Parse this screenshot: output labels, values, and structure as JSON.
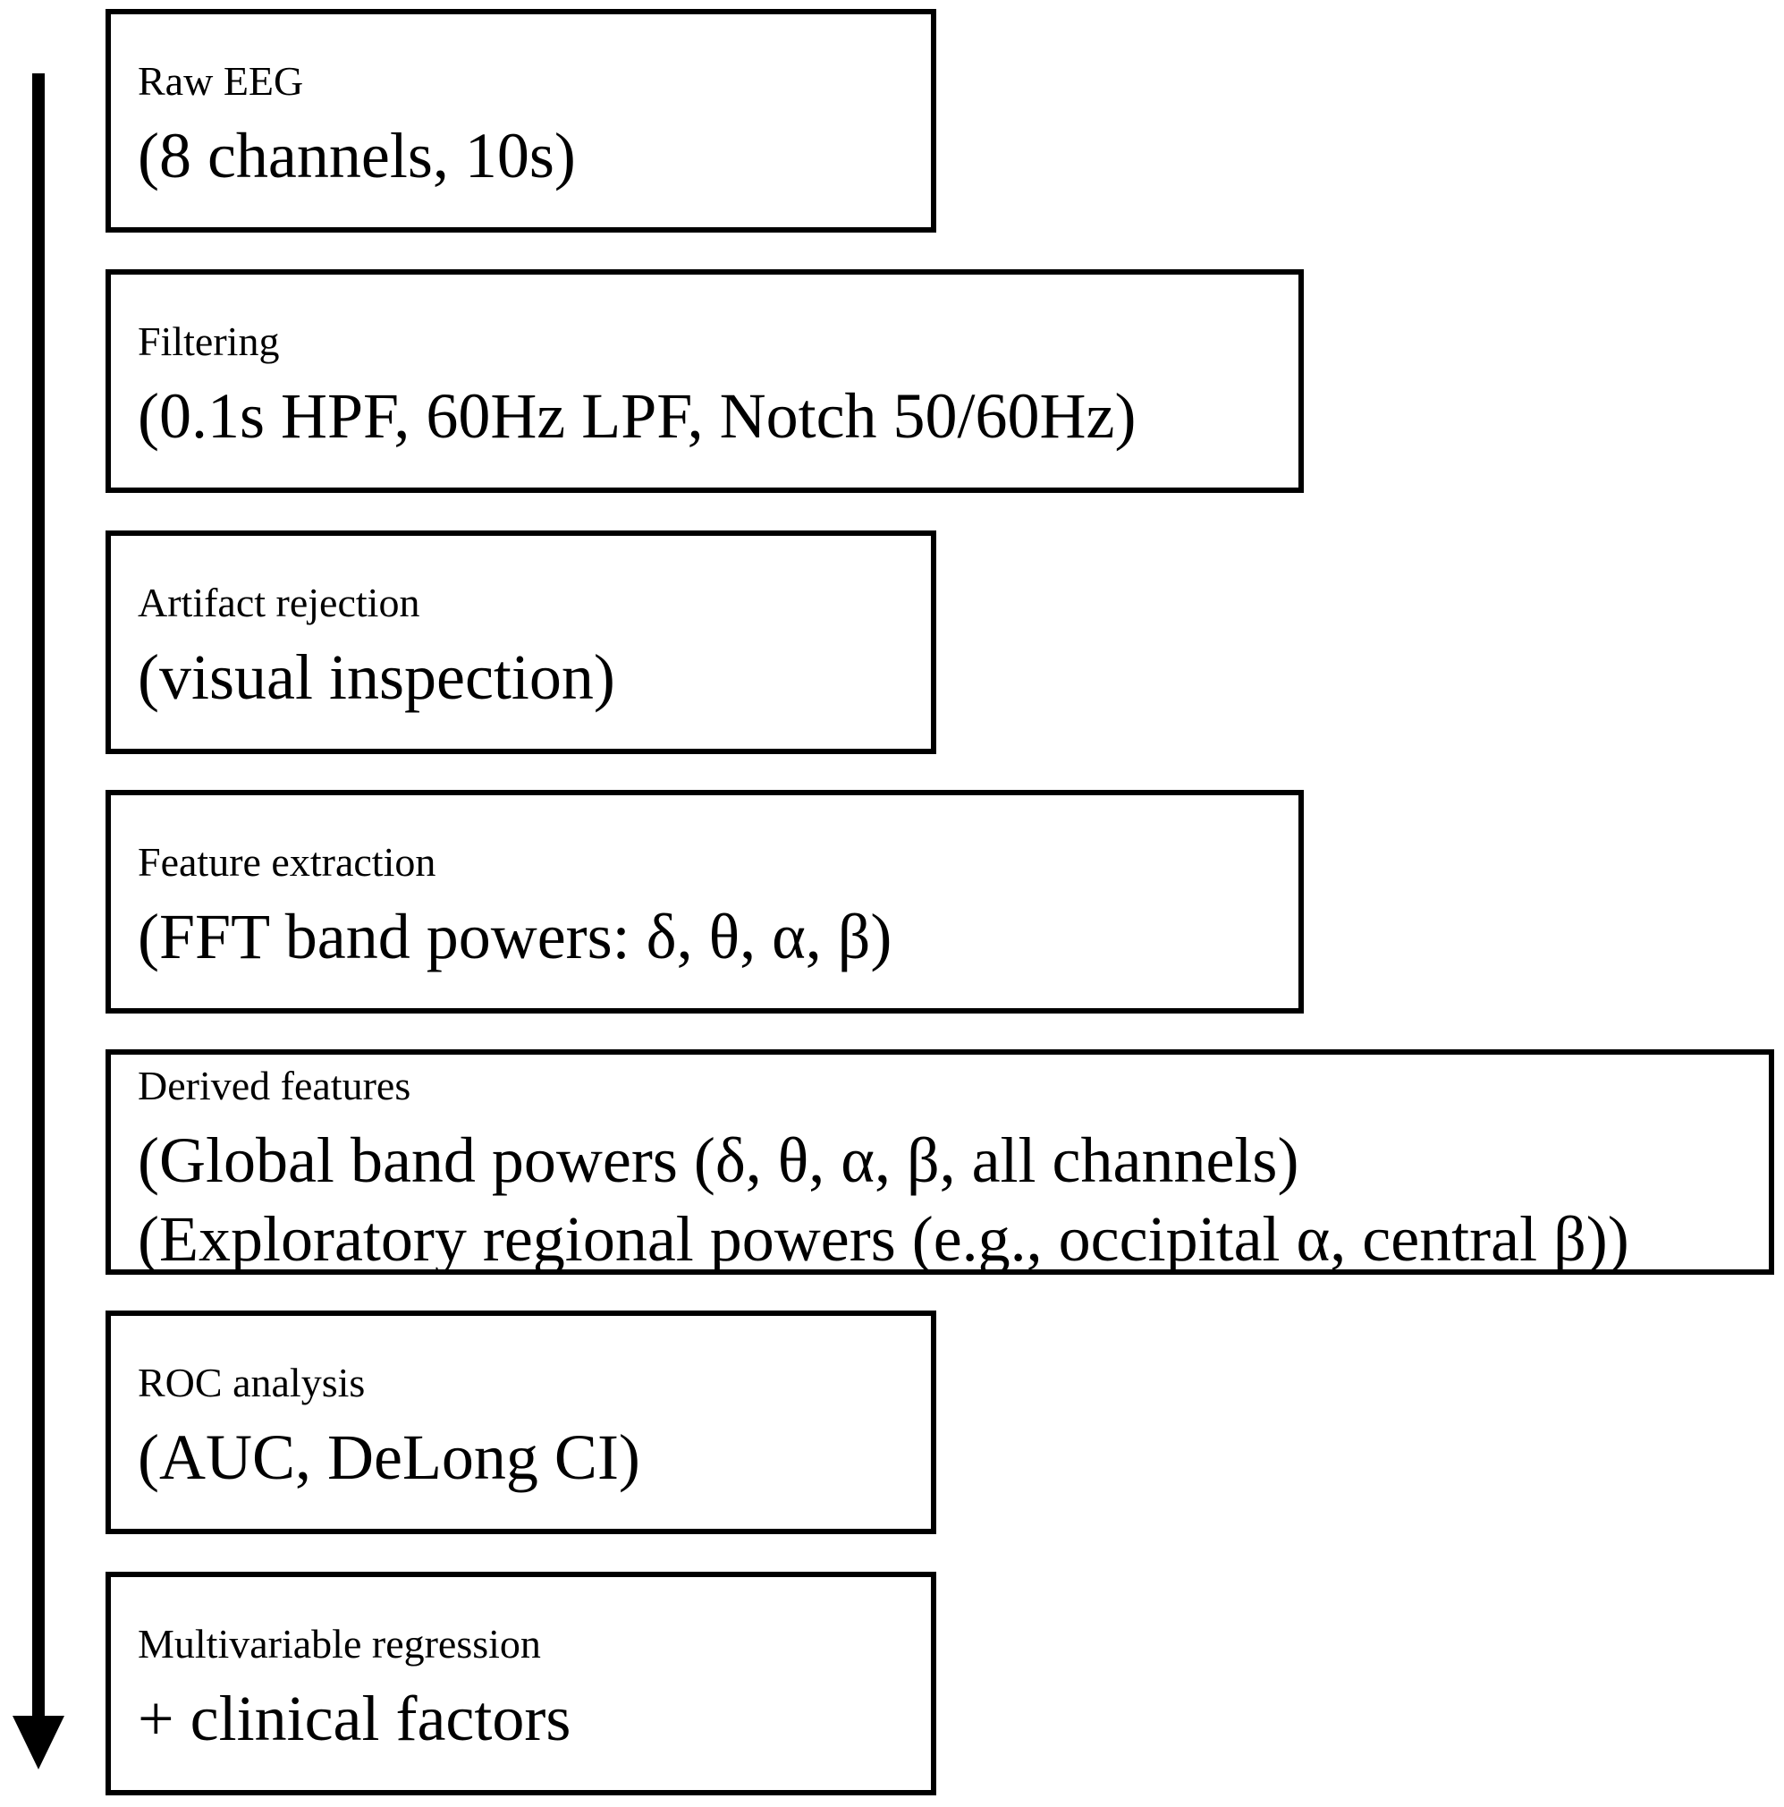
{
  "steps": [
    {
      "title": "Raw EEG",
      "detail": "(8 channels, 10s)"
    },
    {
      "title": "Filtering",
      "detail": "(0.1s HPF, 60Hz LPF, Notch 50/60Hz)"
    },
    {
      "title": "Artifact rejection",
      "detail": "(visual inspection)"
    },
    {
      "title": "Feature extraction",
      "detail": "(FFT band powers: δ, θ, α, β)"
    },
    {
      "title": "Derived features",
      "detail": "(Global band powers (δ, θ, α, β, all channels)",
      "detail_2": "(Exploratory regional powers (e.g., occipital α, central β))"
    },
    {
      "title": "ROC analysis",
      "detail": "(AUC, DeLong CI)"
    },
    {
      "title": "Multivariable regression",
      "detail": "+ clinical factors"
    }
  ]
}
